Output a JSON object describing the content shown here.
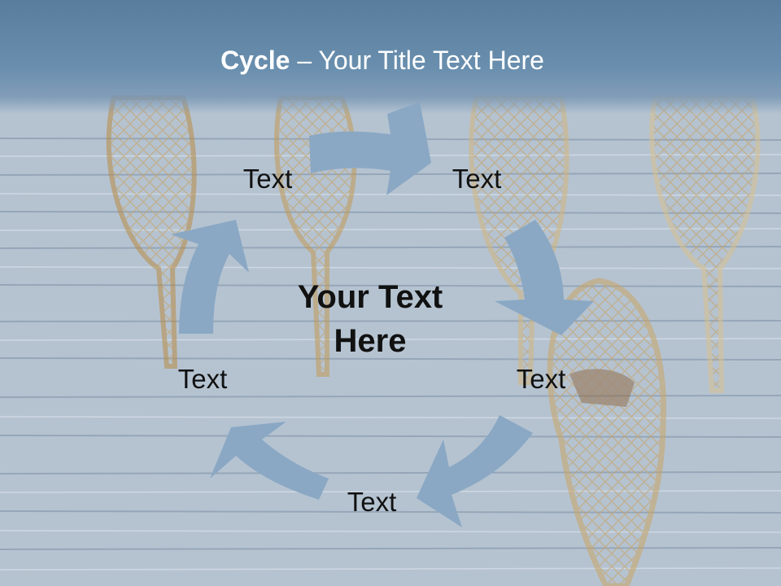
{
  "slide": {
    "title_bold": "Cycle",
    "title_rest": " – Your Title Text Here",
    "center_text_line1": "Your Text",
    "center_text_line2": "Here",
    "nodes": [
      "Text",
      "Text",
      "Text",
      "Text",
      "Text"
    ]
  },
  "colors": {
    "arrow": "#8aa8c4",
    "title_band": "#5f84a4",
    "background": "#b9c6d4"
  },
  "background_image": "wooden wall with hanging snowshoes (washed out)"
}
